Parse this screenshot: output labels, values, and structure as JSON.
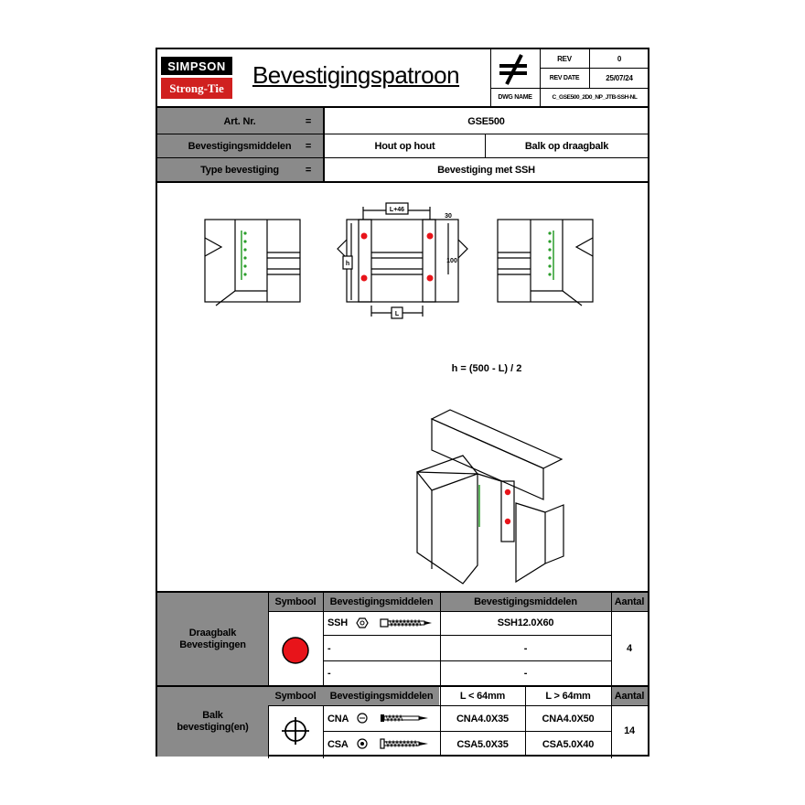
{
  "header": {
    "logo_top": "SIMPSON",
    "logo_bottom": "Strong-Tie",
    "title": "Bevestigingspatroon",
    "rev_label": "REV",
    "rev_value": "0",
    "rev_date_label": "REV DATE",
    "rev_date_value": "25/07/24",
    "dwg_name_label": "DWG NAME",
    "dwg_name_value": "C_GSE500_2D0_NP_JTB-SSH-NL"
  },
  "info": {
    "art_label": "Art. Nr.",
    "art_value": "GSE500",
    "bev_label": "Bevestigingsmiddelen",
    "bev_value_1": "Hout op hout",
    "bev_value_2": "Balk op draagbalk",
    "type_label": "Type bevestiging",
    "type_value": "Bevestiging met SSH",
    "equals": "="
  },
  "drawing": {
    "dim_top": "L+46",
    "dim_30": "30",
    "dim_100": "100",
    "dim_h": "h",
    "dim_L": "L",
    "formula": "h = (500 - L) / 2"
  },
  "table1": {
    "group_label_1": "Draagbalk",
    "group_label_2": "Bevestigingen",
    "col_symbol": "Symbool",
    "col_fasteners": "Bevestigingsmiddelen",
    "col_fasteners_2": "Bevestigingsmiddelen",
    "col_count": "Aantal",
    "rows": [
      {
        "name": "SSH",
        "product": "SSH12.0X60"
      },
      {
        "name": "-",
        "product": "-"
      },
      {
        "name": "-",
        "product": "-"
      }
    ],
    "count": "4",
    "symbol_color": "#e8141a"
  },
  "table2": {
    "group_label_1": "Balk",
    "group_label_2": "bevestiging(en)",
    "col_symbol": "Symbool",
    "col_fasteners": "Bevestigingsmiddelen",
    "col_small": "L < 64mm",
    "col_large": "L > 64mm",
    "col_count": "Aantal",
    "rows": [
      {
        "name": "CNA",
        "small": "CNA4.0X35",
        "large": "CNA4.0X50"
      },
      {
        "name": "CSA",
        "small": "CSA5.0X35",
        "large": "CSA5.0X40"
      }
    ],
    "count": "14"
  }
}
